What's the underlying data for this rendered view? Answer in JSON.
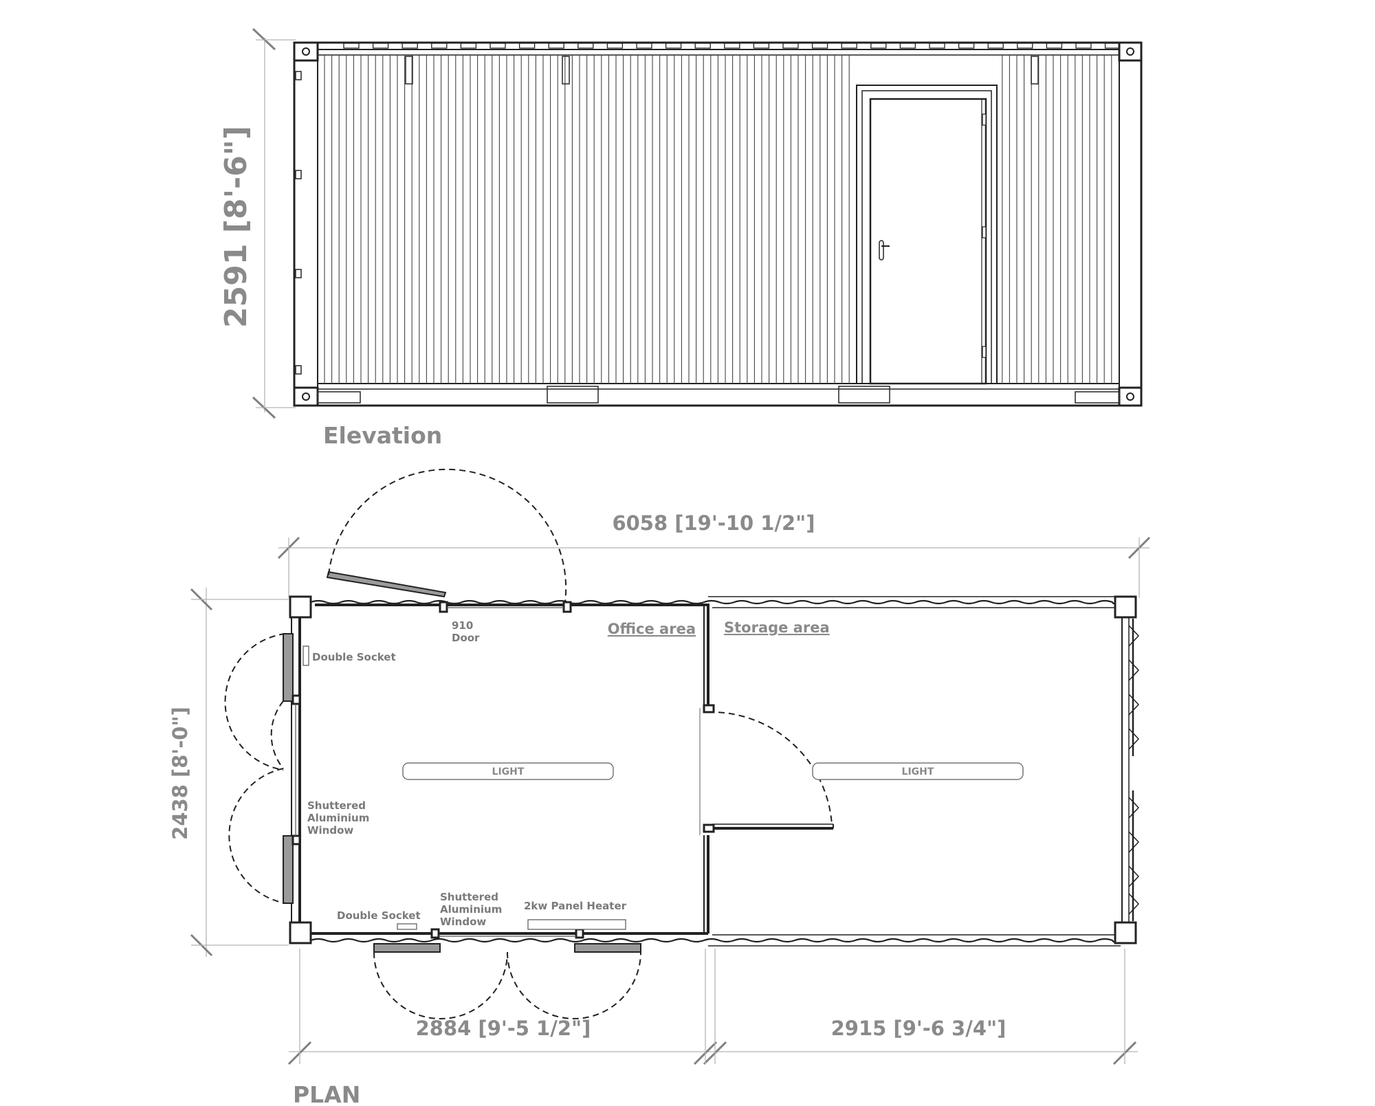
{
  "elevation": {
    "title": "Elevation",
    "height_dimension": "2591 [8'-6\"]"
  },
  "plan": {
    "title": "PLAN",
    "overall_length_dimension": "6058 [19'-10 1/2\"]",
    "width_dimension": "2438 [8'-0\"]",
    "office_length_dimension": "2884 [9'-5 1/2\"]",
    "storage_length_dimension": "2915 [9'-6 3/4\"]",
    "areas": {
      "office": "Office area",
      "storage": "Storage area"
    },
    "labels": {
      "door_size": "910",
      "door_word": "Door",
      "socket_top": "Double Socket",
      "socket_bottom": "Double Socket",
      "window_left_1": "Shuttered",
      "window_left_2": "Aluminium",
      "window_left_3": "Window",
      "window_bottom_1": "Shuttered",
      "window_bottom_2": "Aluminium",
      "window_bottom_3": "Window",
      "heater": "2kw Panel Heater",
      "light_office": "LIGHT",
      "light_storage": "LIGHT"
    }
  },
  "colors": {
    "dimension_text": "#8a8a8a",
    "line": "#222222",
    "shutter_fill": "#9a9a9a"
  }
}
